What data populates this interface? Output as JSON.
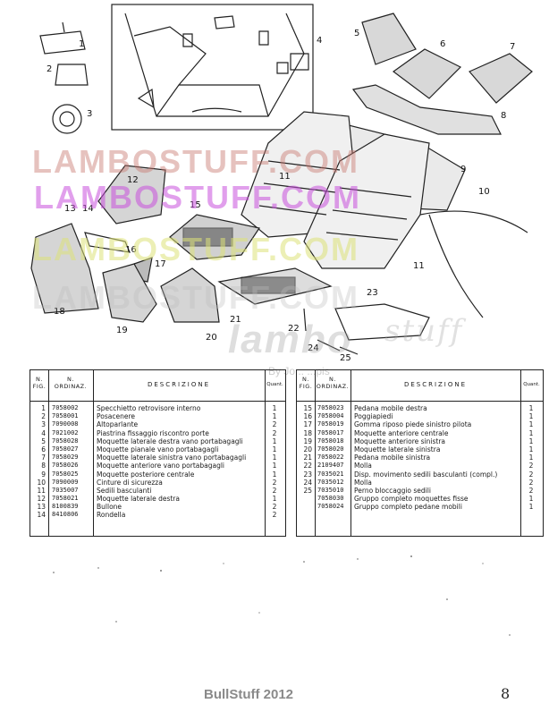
{
  "watermarks": {
    "line1": "LAMBOSTUFF.COM",
    "line2": "LAMBOSTUFF.COM",
    "line3": "LAMBOSTUFF.COM",
    "line4": "LAMBOSTUFF.COM",
    "logo_main": "lambo",
    "logo_script": "stuff",
    "byline": "By Jo... ...pis"
  },
  "callouts": [
    "1",
    "2",
    "3",
    "4",
    "5",
    "6",
    "7",
    "8",
    "9",
    "10",
    "11",
    "11",
    "12",
    "13",
    "14",
    "15",
    "16",
    "17",
    "18",
    "19",
    "20",
    "21",
    "22",
    "23",
    "24",
    "25"
  ],
  "table": {
    "headers": {
      "fig": "N.\nFIG.",
      "ord": "N.\nORDINAZ.",
      "desc": "DESCRIZIONE",
      "qty": "Quant."
    },
    "left_rows": [
      {
        "fig": "1",
        "ord": "7058002",
        "desc": "Specchietto retrovisore interno",
        "qty": "1"
      },
      {
        "fig": "2",
        "ord": "7058001",
        "desc": "Posacenere",
        "qty": "1"
      },
      {
        "fig": "3",
        "ord": "7090008",
        "desc": "Altoparlante",
        "qty": "2"
      },
      {
        "fig": "4",
        "ord": "7021002",
        "desc": "Piastrina fissaggio riscontro porte",
        "qty": "2"
      },
      {
        "fig": "5",
        "ord": "7058028",
        "desc": "Moquette laterale destra vano portabagagli",
        "qty": "1"
      },
      {
        "fig": "6",
        "ord": "7058027",
        "desc": "Moquette pianale vano portabagagli",
        "qty": "1"
      },
      {
        "fig": "7",
        "ord": "7058029",
        "desc": "Moquette laterale sinistra vano portabagagli",
        "qty": "1"
      },
      {
        "fig": "8",
        "ord": "7058026",
        "desc": "Moquette anteriore vano portabagagli",
        "qty": "1"
      },
      {
        "fig": "9",
        "ord": "7058025",
        "desc": "Moquette posteriore centrale",
        "qty": "1"
      },
      {
        "fig": "10",
        "ord": "7090009",
        "desc": "Cinture di sicurezza",
        "qty": "2"
      },
      {
        "fig": "11",
        "ord": "7035007",
        "desc": "Sedili basculanti",
        "qty": "2"
      },
      {
        "fig": "12",
        "ord": "7058021",
        "desc": "Moquette laterale destra",
        "qty": "1"
      },
      {
        "fig": "13",
        "ord": "8100839",
        "desc": "Bullone",
        "qty": "2"
      },
      {
        "fig": "14",
        "ord": "8410806",
        "desc": "Rondella",
        "qty": "2"
      }
    ],
    "right_rows": [
      {
        "fig": "15",
        "ord": "7058023",
        "desc": "Pedana mobile destra",
        "qty": "1"
      },
      {
        "fig": "16",
        "ord": "7058004",
        "desc": "Poggiapiedi",
        "qty": "1"
      },
      {
        "fig": "17",
        "ord": "7058019",
        "desc": "Gomma riposo piede sinistro pilota",
        "qty": "1"
      },
      {
        "fig": "18",
        "ord": "7058017",
        "desc": "Moquette anteriore centrale",
        "qty": "1"
      },
      {
        "fig": "19",
        "ord": "7058018",
        "desc": "Moquette anteriore sinistra",
        "qty": "1"
      },
      {
        "fig": "20",
        "ord": "7058020",
        "desc": "Moquette laterale sinistra",
        "qty": "1"
      },
      {
        "fig": "21",
        "ord": "7058022",
        "desc": "Pedana mobile sinistra",
        "qty": "1"
      },
      {
        "fig": "22",
        "ord": "2109407",
        "desc": "Molla",
        "qty": "2"
      },
      {
        "fig": "23",
        "ord": "7035021",
        "desc": "Disp. movimento sedili basculanti (compl.)",
        "qty": "2"
      },
      {
        "fig": "24",
        "ord": "7035012",
        "desc": "Molla",
        "qty": "2"
      },
      {
        "fig": "25",
        "ord": "7035010",
        "desc": "Perno bloccaggio sedili",
        "qty": "2"
      },
      {
        "fig": "",
        "ord": "7058030",
        "desc": "Gruppo completo moquettes fisse",
        "qty": "1"
      },
      {
        "fig": "",
        "ord": "7058024",
        "desc": "Gruppo completo pedane mobili",
        "qty": "1"
      }
    ]
  },
  "footer": "BullStuff 2012",
  "page_mark": "8"
}
